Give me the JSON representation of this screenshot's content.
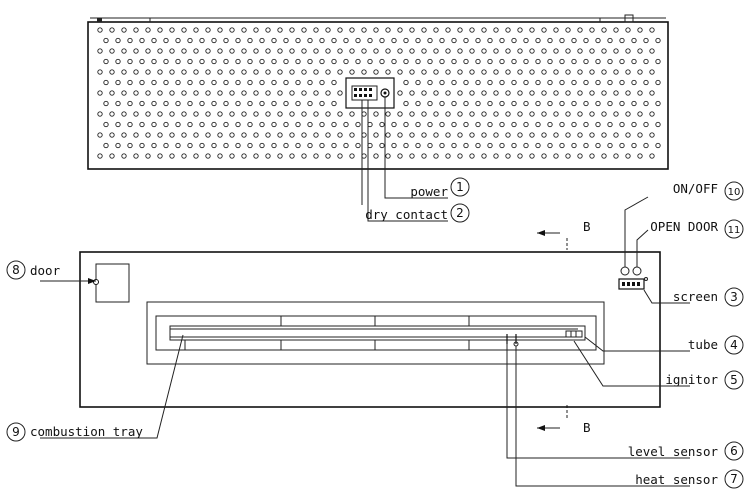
{
  "callouts": [
    {
      "num": "1",
      "label": "power"
    },
    {
      "num": "2",
      "label": "dry contact"
    },
    {
      "num": "3",
      "label": "screen"
    },
    {
      "num": "4",
      "label": "tube"
    },
    {
      "num": "5",
      "label": "ignitor"
    },
    {
      "num": "6",
      "label": "level sensor"
    },
    {
      "num": "7",
      "label": "heat sensor"
    },
    {
      "num": "8",
      "label": "door"
    },
    {
      "num": "9",
      "label": "combustion tray"
    },
    {
      "num": "10",
      "label": "ON/OFF"
    },
    {
      "num": "11",
      "label": "OPEN DOOR"
    }
  ],
  "section_marks": {
    "top": "B",
    "bottom": "B"
  }
}
